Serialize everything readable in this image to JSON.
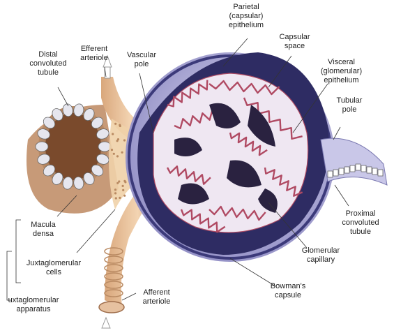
{
  "labels": {
    "parietal_epithelium": "Parietal\n(capsular)\nepithelium",
    "capsular_space": "Capsular\nspace",
    "visceral_epithelium": "Visceral\n(glomerular)\nepithelium",
    "tubular_pole": "Tubular\npole",
    "vascular_pole": "Vascular\npole",
    "efferent_arteriole": "Efferent\narteriole",
    "distal_tubule": "Distal\nconvoluted\ntubule",
    "macula_densa": "Macula\ndensa",
    "juxtaglomerular_cells": "Juxtaglomerular\ncells",
    "juxtaglomerular_apparatus": "uxtaglomerular\napparatus",
    "afferent_arteriole": "Afferent\narteriole",
    "bowmans_capsule": "Bowman's\ncapsule",
    "glomerular_capillary": "Glomerular\ncapillary",
    "proximal_tubule": "Proximal\nconvoluted\ntubule"
  },
  "colors": {
    "capsule_outer": "#4b4a8f",
    "capsule_lavender": "#c9c7e8",
    "glomerulus_fill": "#efe7f2",
    "capillary_loops": "#b04a63",
    "capillary_lumen": "#2a2240",
    "arteriole_tan": "#e9c39b",
    "arteriole_dark": "#b98a62",
    "tubule_brown": "#8b5a3a",
    "tubule_cells": "#e6e6ee"
  }
}
